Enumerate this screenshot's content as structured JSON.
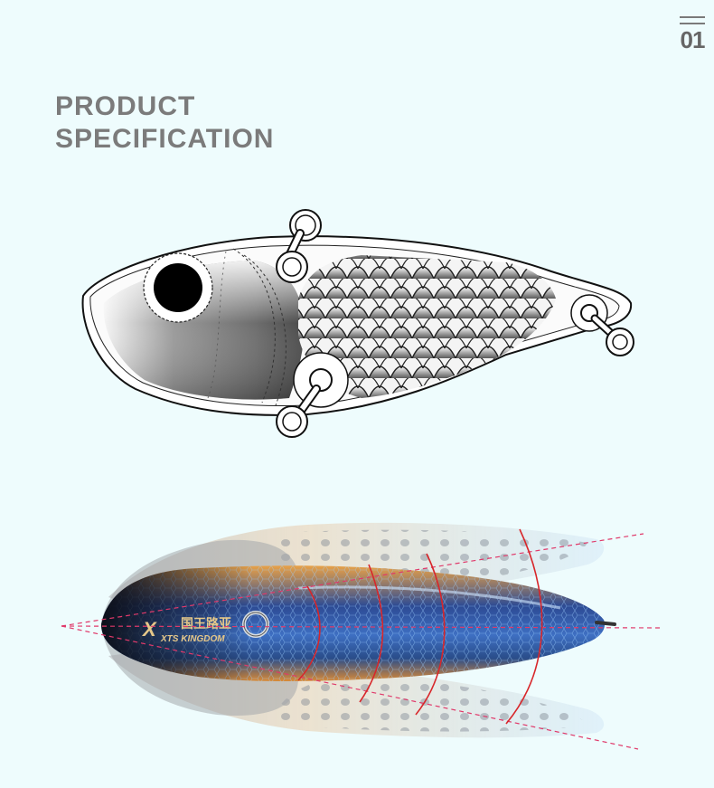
{
  "page_number": "01",
  "header": {
    "title_line1": "PRODUCT",
    "title_line2": "SPECIFICATION"
  },
  "lure_photo": {
    "brand_text": "XTS KINGDOM",
    "brand_cn": "国王路亚"
  },
  "colors": {
    "background": "#eefcfd",
    "title": "#7b7b7b",
    "swing_arcs": "#d8262a",
    "axis_lines": "#e0396a",
    "lure_blue": "#2f57a8",
    "lure_orange": "#d98a36"
  }
}
